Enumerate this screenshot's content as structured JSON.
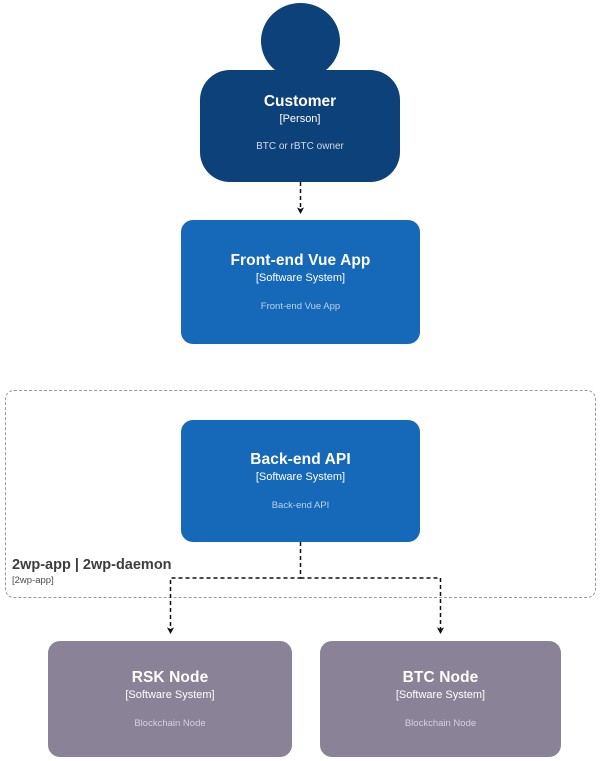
{
  "diagram": {
    "type": "c4-context-diagram",
    "background": "#ffffff",
    "palette": {
      "person": "#0D4179",
      "system": "#1668B8",
      "external_system": "#8A8296",
      "boundary_stroke": "#9a9a9a",
      "connector": "#1a1a1a",
      "text_primary": "#ffffff",
      "text_muted": "#bcd3ea",
      "boundary_text": "#3d3d3d"
    }
  },
  "nodes": {
    "customer": {
      "title": "Customer",
      "subtitle": "[Person]",
      "description": "BTC or rBTC owner",
      "shape": "person",
      "color": "#0D4179"
    },
    "frontend": {
      "title": "Front-end Vue App",
      "subtitle": "[Software System]",
      "description": "Front-end Vue App",
      "shape": "box",
      "color": "#1668B8"
    },
    "backend": {
      "title": "Back-end API",
      "subtitle": "[Software System]",
      "description": "Back-end API",
      "shape": "box",
      "color": "#1668B8"
    },
    "rsk_node": {
      "title": "RSK Node",
      "subtitle": "[Software System]",
      "description": "Blockchain Node",
      "shape": "box",
      "color": "#8A8296"
    },
    "btc_node": {
      "title": "BTC Node",
      "subtitle": "[Software System]",
      "description": "Blockchain Node",
      "shape": "box",
      "color": "#8A8296"
    }
  },
  "boundary": {
    "title": "2wp-app | 2wp-daemon",
    "subtitle": "[2wp-app]",
    "style": "dashed"
  },
  "connectors": [
    {
      "id": "customer-to-frontend",
      "from": "customer",
      "to": "frontend",
      "style": "dashed",
      "arrow": "end",
      "label": ""
    },
    {
      "id": "backend-to-rsk-node",
      "from": "backend",
      "to": "rsk_node",
      "style": "dashed",
      "arrow": "end",
      "label": ""
    },
    {
      "id": "backend-to-btc-node",
      "from": "backend",
      "to": "btc_node",
      "style": "dashed",
      "arrow": "end",
      "label": ""
    }
  ]
}
